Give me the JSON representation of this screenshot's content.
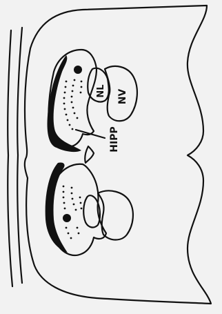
{
  "figure": {
    "background": "#f2f2f2",
    "ink": "#111111",
    "labels": {
      "nl": "NL",
      "nv": "NV",
      "hipp": "HIPP"
    }
  }
}
